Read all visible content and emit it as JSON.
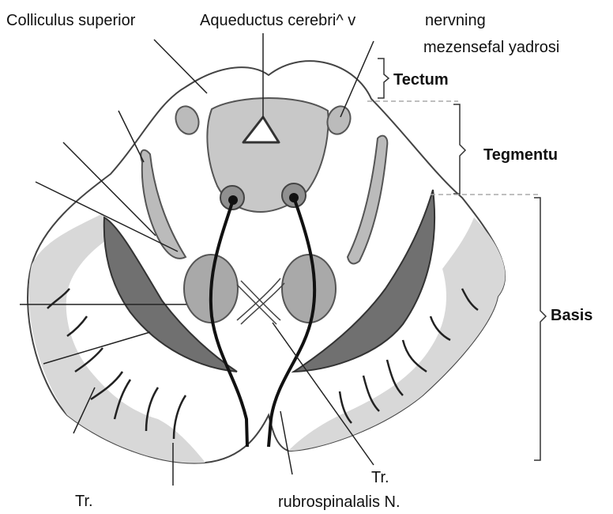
{
  "labels": {
    "colliculus_superior": "Colliculus superior",
    "aqueductus": "Aqueductus cerebri^ v",
    "nervning": "nervning",
    "mezensefal": "mezensefal yadrosi",
    "tectum": "Tectum",
    "tegmentum": "Tegmentu",
    "basis": "Basis",
    "tr_left": "Tr.",
    "tr_right": "Tr.",
    "rubrospinalis": "rubrospinalalis N."
  },
  "colors": {
    "outline": "#444444",
    "white_matter": "#ffffff",
    "tegmental_gray": "#c8c8c8",
    "red_nucleus": "#a9a9a9",
    "substantia_nigra": "#707070",
    "crus_light": "#d8d8d8",
    "guide_dash": "#aaaaaa"
  }
}
